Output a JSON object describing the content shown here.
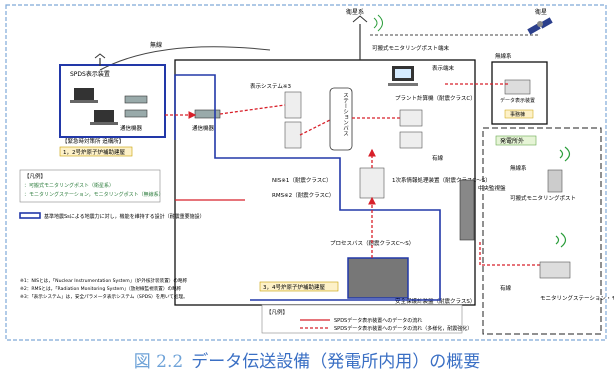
{
  "caption": {
    "figure_no": "図 2.2",
    "title": "データ伝送設備（発電所内用）の概要"
  },
  "top_labels": {
    "satellite": "衛星",
    "musen": "無線",
    "yusen": "有線"
  },
  "spds_station": {
    "title": "SPDS表示装置",
    "device": "通信機器",
    "room": "【緊急時対策所 追構所】",
    "unit": "1，2号炉原子炉補助建屋"
  },
  "radio_tower_label": "衛星系",
  "portable_monitor": "可搬式モニタリングポスト端末",
  "display_terminal": "表示端末",
  "satellite_box": {
    "top": "無線系",
    "device": "データ表示装置",
    "room": "事務棟"
  },
  "display_system": "表示システム※3",
  "station_bus": "ステーションバス",
  "plant_computer": "プラント計算機（耐震クラスC）",
  "comm_device_center": "通信機器",
  "legend": {
    "title": "【凡例】",
    "items": [
      "：可搬式モニタリングポスト（衛星系）",
      "：モニタリングステーション，モニタリングポスト（無線系）"
    ],
    "box_note": "基準地震Ssによる地震力に対し，機能を維持する設計（耐震重要施設）"
  },
  "nis_label": "NIS※1（耐震クラスC）",
  "rms_label": "RMS※2（耐震クラスC）",
  "io_device": "1次系情報処理装置（耐震クラスC～S）",
  "process_bus": "プロセスバス（耐震クラスC～S）",
  "center_board": "中央監視盤",
  "safety_display": "安全保護計装盤（耐震クラスS）",
  "unit34": "3，4号炉原子炉補助建屋",
  "outside": {
    "title": "発電所外",
    "ph1": "可搬式モニタリングポスト",
    "ph2": "モニタリングステーション・モニタリングポスト",
    "musen": "無線系",
    "yusen": "有線"
  },
  "notes": [
    "※1：NISとは，「Nuclear Instrumentation System」（炉外核計装装置）の略称",
    "※2：RMSとは，「Radiation Monitoring System」（放射線監視装置）の略称",
    "※3：「表示システム」は，安全パラメータ表示システム（SPDS）を用いて処理。"
  ],
  "flow_legend": {
    "title": "【凡例】",
    "items": [
      "SPDSデータ表示装置へのデータの流れ",
      "SPDSデータ表示装置へのデータの流れ（多様化，耐震強化）"
    ]
  },
  "colors": {
    "blue_box": "#2238a8",
    "red_flow": "#d8202a",
    "accent": "#3a6fc4",
    "frame": "#7fa9d8"
  }
}
